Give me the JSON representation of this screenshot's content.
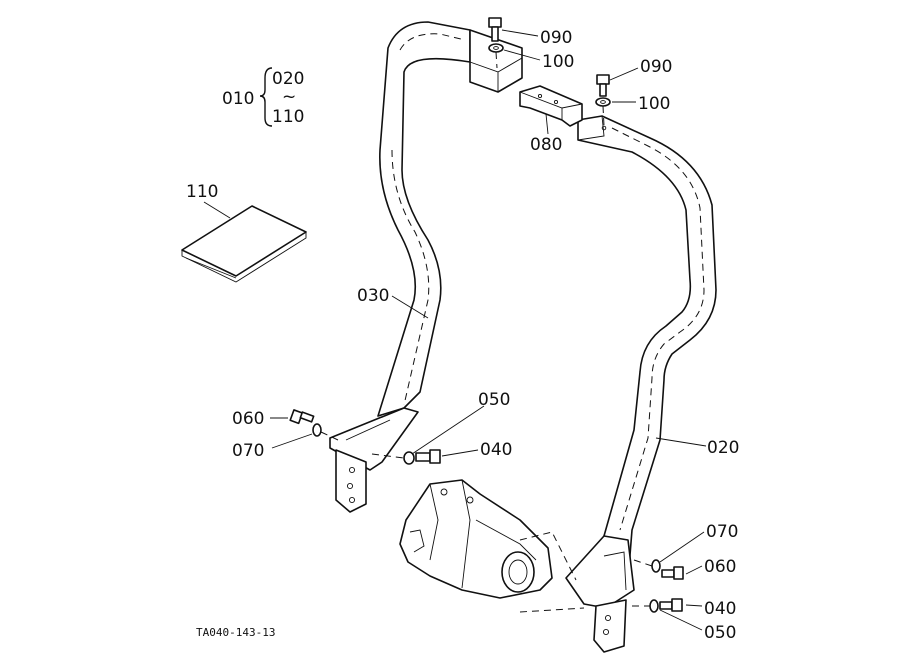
{
  "callouts": {
    "c010": "010",
    "c020_range_start": "020",
    "c_range_tilde": "~",
    "c110_range_end": "110",
    "c110": "110",
    "c030": "030",
    "c020": "020",
    "c090_a": "090",
    "c100_a": "100",
    "c090_b": "090",
    "c100_b": "100",
    "c080": "080",
    "c050_a": "050",
    "c040_a": "040",
    "c060_a": "060",
    "c070_a": "070",
    "c070_b": "070",
    "c060_b": "060",
    "c040_b": "040",
    "c050_b": "050"
  },
  "figure_code": "TA040-143-13"
}
